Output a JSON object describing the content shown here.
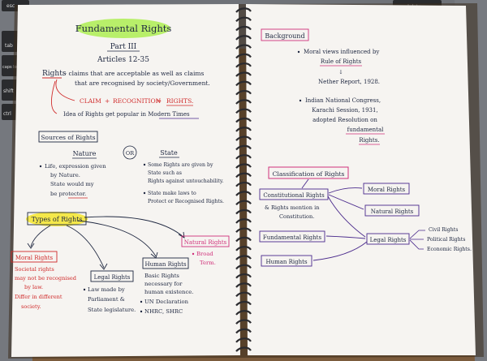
{
  "keyboard": {
    "keys": [
      "esc",
      "tab",
      "caps lock",
      "shift",
      "ctrl",
      "delete"
    ]
  },
  "left_page": {
    "title": "Fundamental Rights",
    "part": "Part III",
    "articles": "Articles 12-35",
    "rights_label": "Rights",
    "rights_def_1": ":- claims that are acceptable as well as claims",
    "rights_def_2": "that are recognised by society/Government.",
    "formula": {
      "claim": "CLAIM",
      "plus": "+",
      "recognition": "RECOGNITION",
      "arrow": "⇒",
      "rights": "RIGHTS."
    },
    "idea_line": "Idea of Rights get popular in Modern Times",
    "sources_heading": "Sources of Rights",
    "nature_heading": "Nature",
    "or_label": "OR",
    "state_heading": "State",
    "nature_points": [
      "Life, expression given",
      "by Nature.",
      "State would my",
      "be protector."
    ],
    "state_points": [
      "Some Rights are given by",
      "State such as",
      "Rights against untouchability.",
      "State make laws to",
      "Protect or Recognised Rights."
    ],
    "types_heading": "Types of Rights",
    "moral_rights": {
      "label": "Moral Rights",
      "lines": [
        "Societal rights",
        "may not be recognised",
        "by law.",
        "Differ in different",
        "society."
      ]
    },
    "legal_rights": {
      "label": "Legal Rights",
      "lines": [
        "Law made by",
        "Parliament &",
        "State legislature."
      ]
    },
    "human_rights": {
      "label": "Human Rights",
      "lines": [
        "Basic Rights",
        "necessary for",
        "human existence.",
        "UN Declaration",
        "NHRC, SHRC"
      ]
    },
    "natural_rights": {
      "label": "Natural Rights",
      "lines": [
        "Broad",
        "Term."
      ]
    }
  },
  "right_page": {
    "background_heading": "Background",
    "bg_point_1": [
      "Moral views influenced by",
      "Rule of Rights",
      "Nether Report, 1928."
    ],
    "bg_point_2": [
      "Indian National Congress,",
      "Karachi Session, 1931,",
      "adopted Resolution on",
      "fundamental",
      "Rights."
    ],
    "classification_heading": "Classification of Rights",
    "constitutional_rights": "Constitutional Rights",
    "constitutional_note": [
      "& Rights mention in",
      "Constitution."
    ],
    "fundamental_rights": "Fundamental Rights",
    "human_rights": "Human Rights",
    "moral_rights": "Moral Rights",
    "natural_rights": "Natural Rights",
    "legal_rights": "Legal Rights",
    "legal_sub": [
      "Civil Rights",
      "Political Rights",
      "Economic Rights."
    ]
  },
  "colors": {
    "desk": "#7a5a3a",
    "paper": "#f6f4f1",
    "ink": "#1e2740",
    "purple": "#4a2a8c",
    "red": "#d02a2a",
    "pink": "#d0307a",
    "green_highlight": "#b8ef6a",
    "yellow_highlight": "#f5e84a"
  }
}
